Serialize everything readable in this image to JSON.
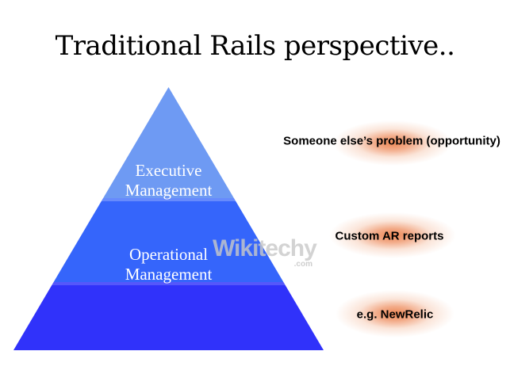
{
  "title": "Traditional Rails perspective..",
  "pyramid": {
    "layers": [
      {
        "name": "executive-management",
        "label_line1": "Executive",
        "label_line2": "Management",
        "color": "#6e9af3"
      },
      {
        "name": "operational-management",
        "label_line1": "Operational",
        "label_line2": "Management",
        "color": "#3565fb"
      },
      {
        "name": "base-layer",
        "label_line1": "",
        "label_line2": "",
        "color": "#3032fa"
      }
    ]
  },
  "annotations": [
    {
      "text": "Someone else’s problem (opportunity)",
      "glow_color": "#ed8755"
    },
    {
      "text": "Custom AR reports",
      "glow_color": "#ed8755"
    },
    {
      "text": "e.g. NewRelic",
      "glow_color": "#ed8755"
    }
  ],
  "watermark": {
    "name": "Wikitechy",
    "domain": ".com"
  }
}
